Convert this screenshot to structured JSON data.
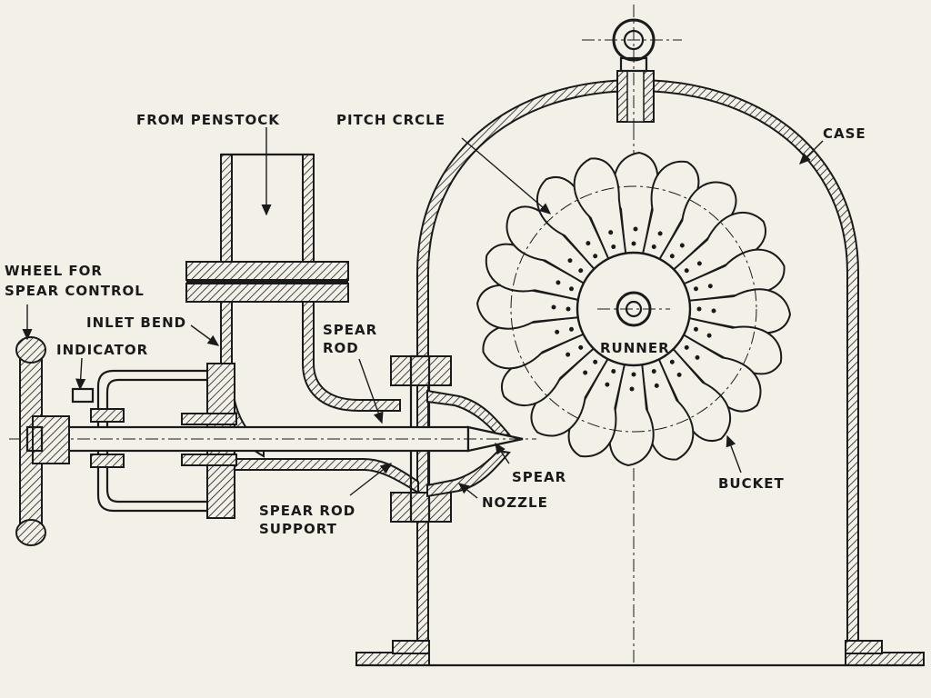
{
  "labels": {
    "from_penstock": "FROM PENSTOCK",
    "pitch_circle": "PITCH CRCLE",
    "case": "CASE",
    "wheel_line1": "WHEEL FOR",
    "wheel_line2": "SPEAR CONTROL",
    "inlet_bend": "INLET BEND",
    "indicator": "INDICATOR",
    "spear_rod_line1": "SPEAR",
    "spear_rod_line2": "ROD",
    "runner": "RUNNER",
    "spear": "SPEAR",
    "bucket": "BUCKET",
    "nozzle": "NOZZLE",
    "spear_rod_support_line1": "SPEAR ROD",
    "spear_rod_support_line2": "SUPPORT"
  },
  "runner": {
    "bucket_count": 20
  }
}
